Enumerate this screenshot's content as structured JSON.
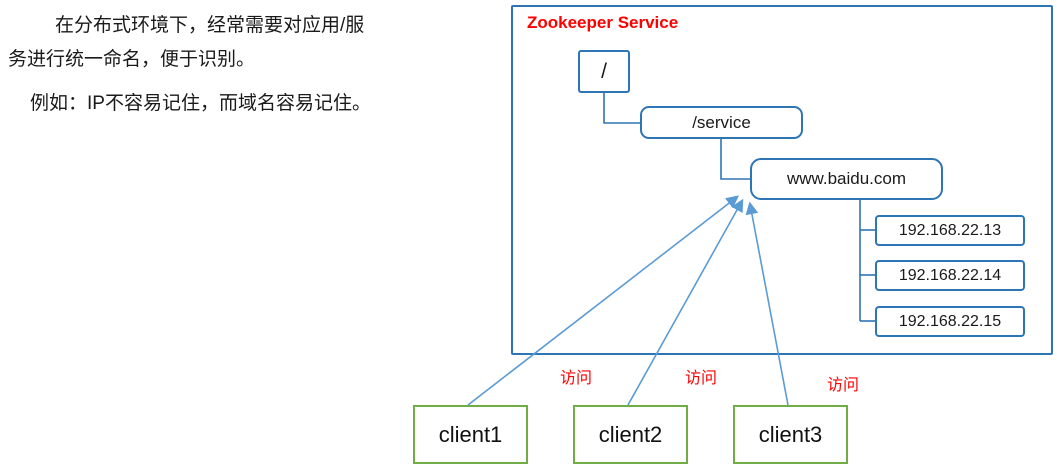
{
  "colors": {
    "node_border_blue": "#2e75b6",
    "arrow_blue": "#5b9bd5",
    "accent_red": "#ff0000",
    "client_border_green": "#70ad47"
  },
  "intro": {
    "line1": "在分布式环境下，经常需要对应用/服",
    "line2": "务进行统一命名，便于识别。",
    "line3": "例如：IP不容易记住，而域名容易记住。"
  },
  "zookeeper": {
    "title": "Zookeeper Service",
    "root_node": "/",
    "service_node": "/service",
    "domain_node": "www.baidu.com",
    "ip_nodes": [
      "192.168.22.13",
      "192.168.22.14",
      "192.168.22.15"
    ]
  },
  "access_labels": [
    "访问",
    "访问",
    "访问"
  ],
  "clients": [
    "client1",
    "client2",
    "client3"
  ]
}
